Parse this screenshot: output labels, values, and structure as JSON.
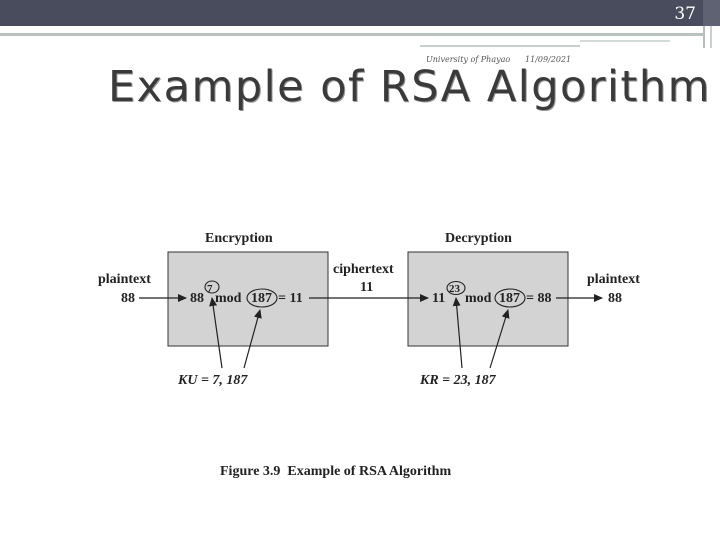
{
  "slide": {
    "page_number": "37",
    "header_left": "University of Phayao",
    "header_right": "11/09/2021",
    "title": "Example of RSA Algorithm"
  },
  "diagram": {
    "encryption_label": "Encryption",
    "decryption_label": "Decryption",
    "plaintext_in_label": "plaintext",
    "plaintext_in_value": "88",
    "ciphertext_label": "ciphertext",
    "ciphertext_value": "11",
    "plaintext_out_label": "plaintext",
    "plaintext_out_value": "88",
    "enc_base": "88",
    "enc_exponent": "7",
    "enc_mod": "mod",
    "enc_modulus": "187",
    "enc_result": "= 11",
    "dec_base": "11",
    "dec_exponent": "23",
    "dec_mod": "mod",
    "dec_modulus": "187",
    "dec_result": "= 88",
    "public_key": "KU = 7, 187",
    "private_key": "KR = 23, 187",
    "caption": "Figure 3.9  Example of RSA Algorithm"
  }
}
